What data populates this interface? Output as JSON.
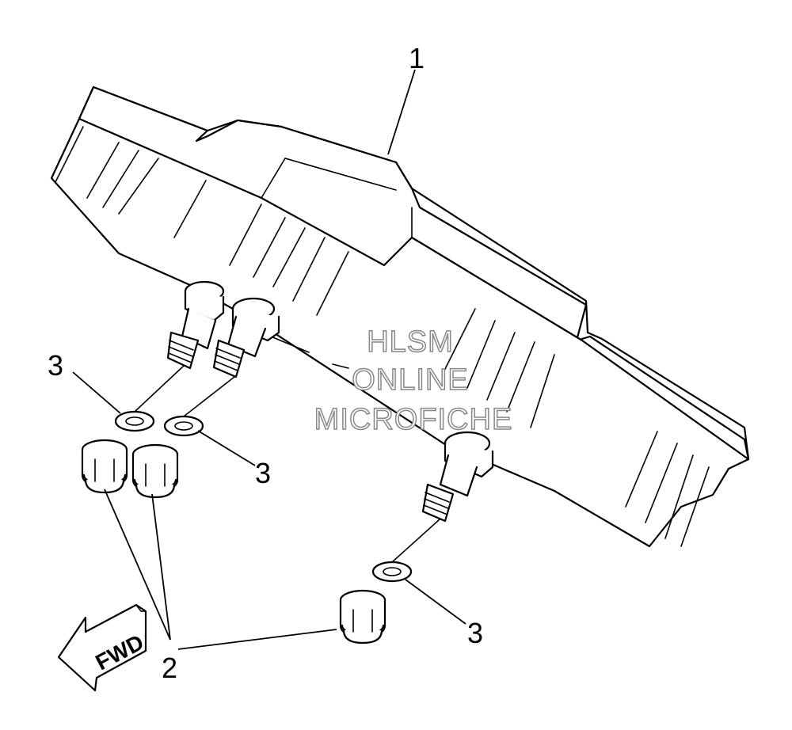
{
  "callouts": {
    "c1": "1",
    "c2": "2",
    "c3a": "3",
    "c3b": "3",
    "c3c": "3"
  },
  "watermark": {
    "line1": "HLSM",
    "line2": "ONLINE",
    "line3": "MICROFICHE"
  },
  "direction_arrow": {
    "label": "FWD"
  }
}
